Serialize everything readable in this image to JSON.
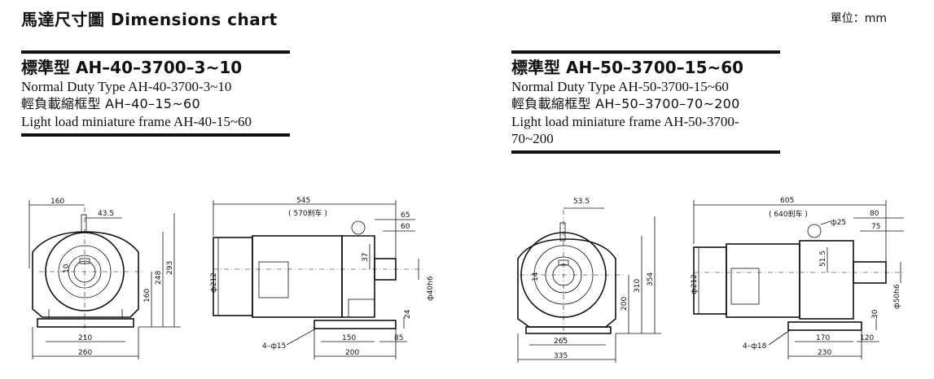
{
  "header": {
    "title": "馬達尺寸圖  Dimensions chart",
    "unit": "單位：mm"
  },
  "left": {
    "heading": "標準型  AH–40–3700–3~10",
    "line1": "Normal Duty Type   AH-40-3700-3~10",
    "line2": "輕負載縮框型  AH–40–15~60",
    "line3": "Light load miniature frame  AH-40-15~60",
    "front": {
      "d160": "160",
      "d43_5": "43.5",
      "d10": "10",
      "d248": "248",
      "d293": "293",
      "d160h": "160",
      "d210": "210",
      "d260": "260"
    },
    "side": {
      "d545": "545",
      "d570": "( 570刹车 )",
      "d65": "65",
      "d60": "60",
      "d37": "37",
      "d212": "ф212",
      "d40h6": "ф40h6",
      "d24": "24",
      "hole": "4–ф15",
      "d150": "150",
      "d85": "85",
      "d200": "200"
    }
  },
  "right": {
    "heading": "標準型 AH–50–3700–15~60",
    "line1": "Normal Duty Type   AH-50-3700-15~60",
    "line2": "輕負載縮框型  AH–50–3700–70~200",
    "line3": "Light load miniature frame  AH-50-3700-70~200",
    "front": {
      "d53_5": "53.5",
      "d14": "14",
      "d200": "200",
      "d310": "310",
      "d354": "354",
      "d265": "265",
      "d335": "335"
    },
    "side": {
      "d605": "605",
      "d640": "( 640刹车 )",
      "d25": "ф25",
      "d80": "80",
      "d75": "75",
      "d51_5": "51.5",
      "d212": "ф212",
      "d50h6": "ф50h6",
      "d30": "30",
      "hole": "4–ф18",
      "d170": "170",
      "d120": "120",
      "d230": "230"
    }
  }
}
